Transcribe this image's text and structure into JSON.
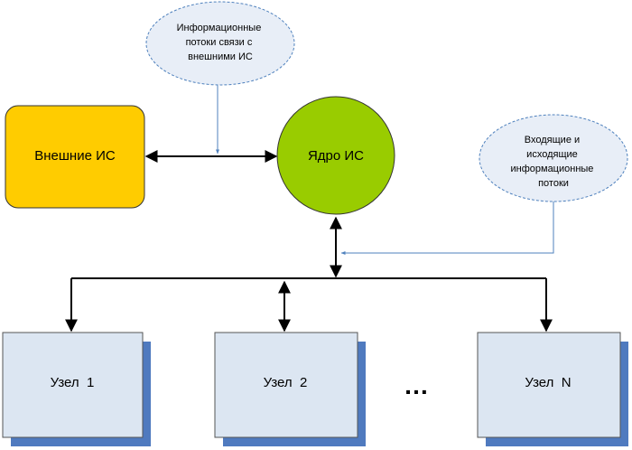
{
  "nodes": {
    "external_is": {
      "label": "Внешние ИС",
      "fill": "#FFCC00"
    },
    "core_is": {
      "label": "Ядро ИС",
      "fill": "#99CC00"
    },
    "node_1": {
      "label": "Узел  1"
    },
    "node_2": {
      "label": "Узел  2"
    },
    "node_n": {
      "label": "Узел  N"
    },
    "ellipsis": {
      "label": "…"
    }
  },
  "callouts": {
    "external_flows": {
      "lines": [
        "Информационные",
        "потоки связи с",
        "внешними ИС"
      ]
    },
    "in_out_flows": {
      "lines": [
        "Входящие и",
        "исходящие",
        "информационные",
        "потоки"
      ]
    }
  },
  "colors": {
    "node_fill": "#DCE6F2",
    "node_shadow": "#4F7ABF",
    "callout_fill": "#E8EEF7",
    "callout_line": "#4F81BD",
    "arrow": "#000000"
  }
}
